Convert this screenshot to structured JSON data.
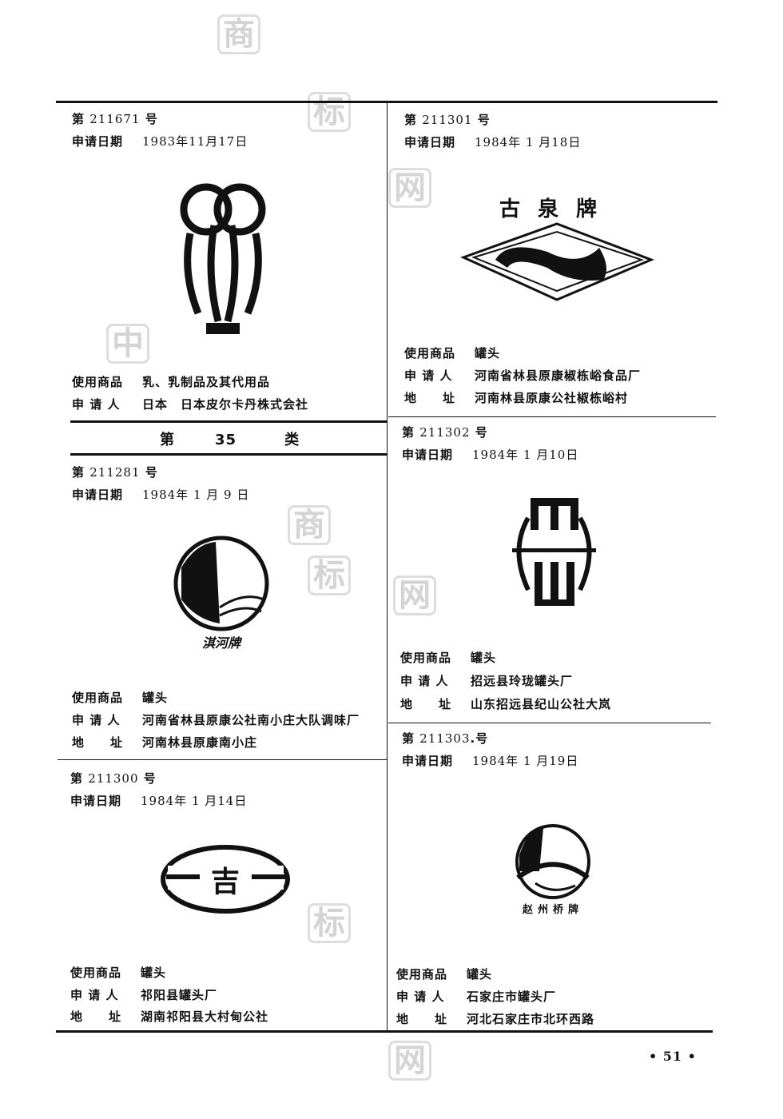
{
  "entries": [
    {
      "no_prefix": "第",
      "no": "211671",
      "no_suffix": "号",
      "date_label": "申请日期",
      "date": "1983年11月17日",
      "goods_label": "使用商品",
      "goods": "乳、乳制品及其代用品",
      "applicant_label": "申 请 人",
      "applicant": "日本　日本皮尔卡丹株式会社"
    },
    {
      "no_prefix": "第",
      "no": "211281",
      "no_suffix": "号",
      "date_label": "申请日期",
      "date": "1984年 1 月 9 日",
      "goods_label": "使用商品",
      "goods": "罐头",
      "applicant_label": "申 请 人",
      "applicant": "河南省林县原康公社南小庄大队调味厂",
      "address_label": "地　　址",
      "address": "河南林县原康南小庄",
      "logo_text": "淇河牌"
    },
    {
      "no_prefix": "第",
      "no": "211300",
      "no_suffix": "号",
      "date_label": "申请日期",
      "date": "1984年 1 月14日",
      "goods_label": "使用商品",
      "goods": "罐头",
      "applicant_label": "申 请 人",
      "applicant": "祁阳县罐头厂",
      "address_label": "地　　址",
      "address": "湖南祁阳县大村甸公社"
    },
    {
      "no_prefix": "第",
      "no": "211301",
      "no_suffix": "号",
      "date_label": "申请日期",
      "date": "1984年 1 月18日",
      "goods_label": "使用商品",
      "goods": "罐头",
      "applicant_label": "申 请 人",
      "applicant": "河南省林县原康椒栋峪食品厂",
      "address_label": "地　　址",
      "address": "河南林县原康公社椒栋峪村",
      "logo_text": "古泉牌"
    },
    {
      "no_prefix": "第",
      "no": "211302",
      "no_suffix": "号",
      "date_label": "申请日期",
      "date": "1984年 1 月10日",
      "goods_label": "使用商品",
      "goods": "罐头",
      "applicant_label": "申 请 人",
      "applicant": "招远县玲珑罐头厂",
      "address_label": "地　　址",
      "address": "山东招远县纪山公社大岚"
    },
    {
      "no_prefix": "第",
      "no": "211303",
      "no_suffix": ".号",
      "date_label": "申请日期",
      "date": "1984年 1 月19日",
      "goods_label": "使用商品",
      "goods": "罐头",
      "applicant_label": "申 请 人",
      "applicant": "石家庄市罐头厂",
      "address_label": "地　　址",
      "address": "河北石家庄市北环西路",
      "logo_text": "赵州桥牌"
    }
  ],
  "class_header": {
    "prefix": "第",
    "number": "35",
    "suffix": "类"
  },
  "page_number": "• 51 •",
  "watermarks": [
    "商",
    "标",
    "网",
    "中"
  ]
}
